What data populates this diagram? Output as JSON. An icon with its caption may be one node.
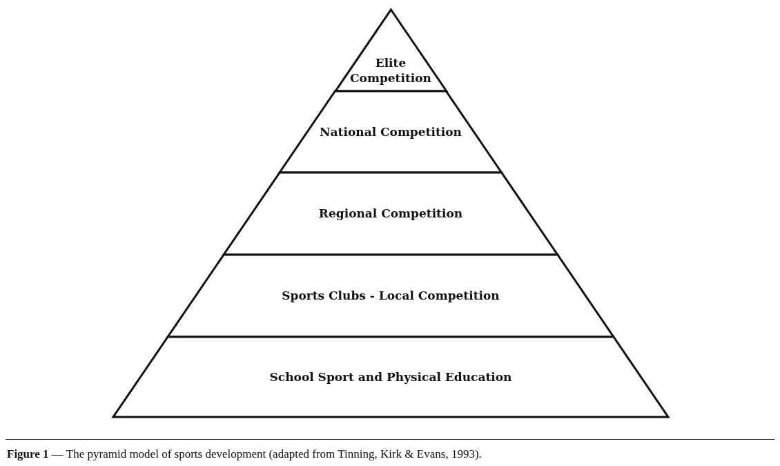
{
  "diagram": {
    "caption": "**Figure 1** — The pyramid model of sports development (adapted from Tinning, Kirk & Evans, 1993).",
    "nodes": [
      {
        "text": [
          "Elite Competition"
        ]
      },
      {
        "text": [
          "National Competition"
        ]
      },
      {
        "text": [
          "Regional Competition"
        ]
      },
      {
        "text": [
          "Sports Clubs - Local Competition"
        ]
      },
      {
        "text": [
          "School Sport and Physical Education"
        ]
      }
    ]
  }
}
